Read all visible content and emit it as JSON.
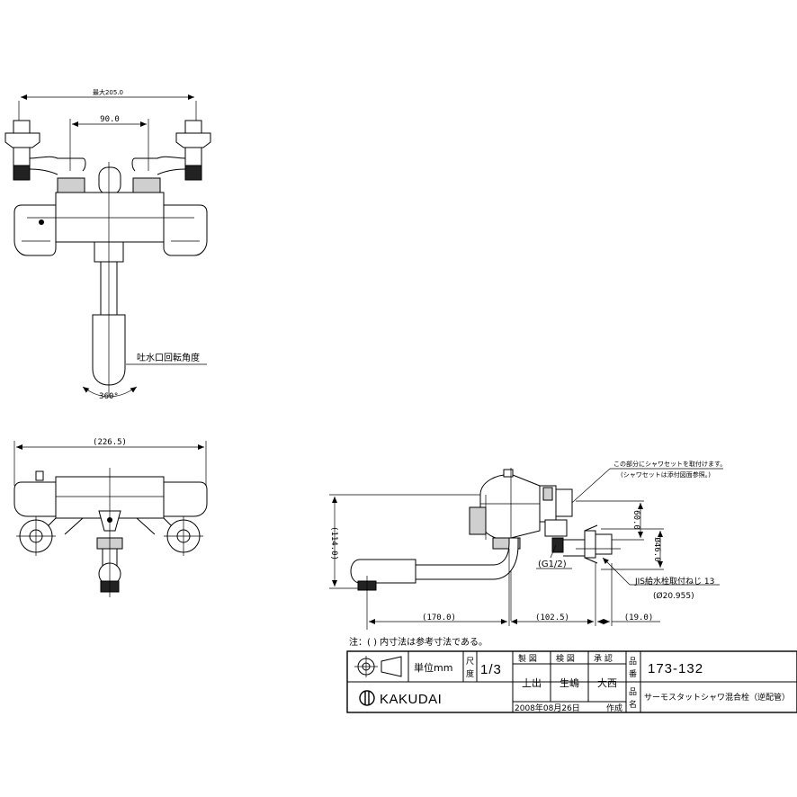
{
  "top_view": {
    "dim_max_width": "最大205.0",
    "dim_pitch": "90.0",
    "label_spout_rotation": "吐水口回転角度",
    "dim_rotation": "360°"
  },
  "front_view": {
    "dim_width": "(226.5)"
  },
  "side_view": {
    "note_shower_set": "この部分にシャワセットを取付けます。",
    "note_shower_set_sub": "(シャワセットは添付図面参照。)",
    "dim_height": "(114.0)",
    "dim_60": "60.0",
    "dim_46": "Ø46.0",
    "label_thread": "(G1/2)",
    "label_jis": "JIS給水栓取付ねじ 13",
    "label_jis_dia": "(Ø20.955)",
    "dim_170": "(170.0)",
    "dim_102": "(102.5)",
    "dim_19": "(19.0)"
  },
  "note": "注：(  ) 内寸法は参考寸法である。",
  "title_block": {
    "unit_label": "単位mm",
    "scale_label_1": "尺",
    "scale_label_2": "度",
    "scale_value": "1/3",
    "col_made": "製 図",
    "col_checked": "検 図",
    "col_approved": "承 認",
    "name_made": "上出",
    "name_checked": "生嶋",
    "name_approved": "大西",
    "part_no_label_1": "品",
    "part_no_label_2": "番",
    "part_no": "173-132",
    "name_label_1": "品",
    "name_label_2": "名",
    "product_name": "サーモスタットシャワ混合栓（逆配管）",
    "date": "2008年08月26日",
    "date_suffix": "作成",
    "company": "KAKUDAI"
  }
}
